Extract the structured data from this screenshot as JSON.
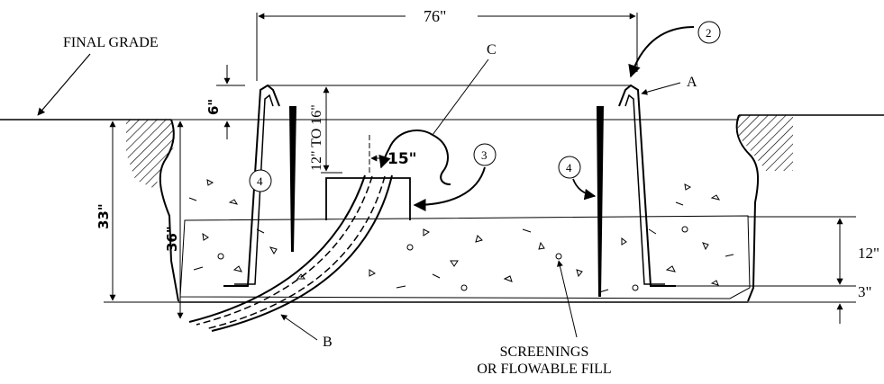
{
  "labels": {
    "final_grade": "FINAL GRADE",
    "width_76": "76\"",
    "dim_6": "6\"",
    "dim_12_to_16": "12\" TO 16\"",
    "dim_33": "33\"",
    "dim_36": "36\"",
    "dim_15": "15\"",
    "dim_12": "12\"",
    "dim_3": "3\"",
    "callout_a": "A",
    "callout_b": "B",
    "callout_c": "C",
    "circle_2": "2",
    "circle_3": "3",
    "circle_4_left": "4",
    "circle_4_right": "4",
    "fill_line1": "SCREENINGS",
    "fill_line2": "OR FLOWABLE FILL"
  }
}
